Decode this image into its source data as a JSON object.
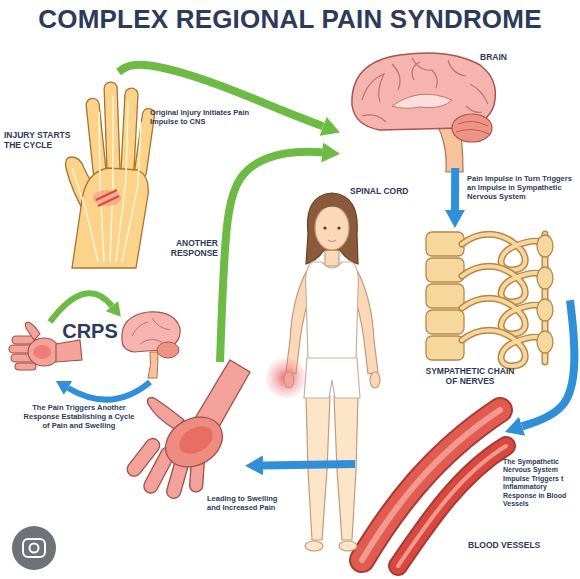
{
  "diagram": {
    "title": "COMPLEX REGIONAL PAIN SYNDROME",
    "nodes": [
      {
        "text": [
          "INJURY STARTS THE CYCLE"
        ]
      },
      {
        "text": [
          "BRAIN"
        ]
      },
      {
        "text": [
          "SYMPATHETIC CHAIN OF NERVES"
        ]
      },
      {
        "text": [
          "CRPS",
          "The Pain Triggers Another Response Establishing a Cycle of Pain and Swelling"
        ]
      },
      {
        "text": [
          "Leading to Swelling and Increased Pain"
        ]
      },
      {
        "text": [
          "BLOOD VESSELS"
        ]
      }
    ],
    "edges": [
      {
        "from": 0,
        "to": 1,
        "arrow": "to",
        "label": "Original Injury Initiates Pain Impulse to CNS"
      },
      {
        "from": 1,
        "to": 2,
        "arrow": "to",
        "label": "Pain Impulse in Turn Triggers an Impulse in Sympathetic Nervous System"
      },
      {
        "from": 2,
        "to": 5,
        "arrow": "to",
        "label": "The Sympathetic Nervous System Impulse Triggers t Inflammatory Response in Blood Vessels"
      },
      {
        "from": 5,
        "to": 4,
        "arrow": "to"
      },
      {
        "from": 4,
        "to": 1,
        "arrow": "to",
        "label": "ANOTHER RESPONSE"
      }
    ],
    "labels": [
      "SPINAL CORD"
    ]
  }
}
